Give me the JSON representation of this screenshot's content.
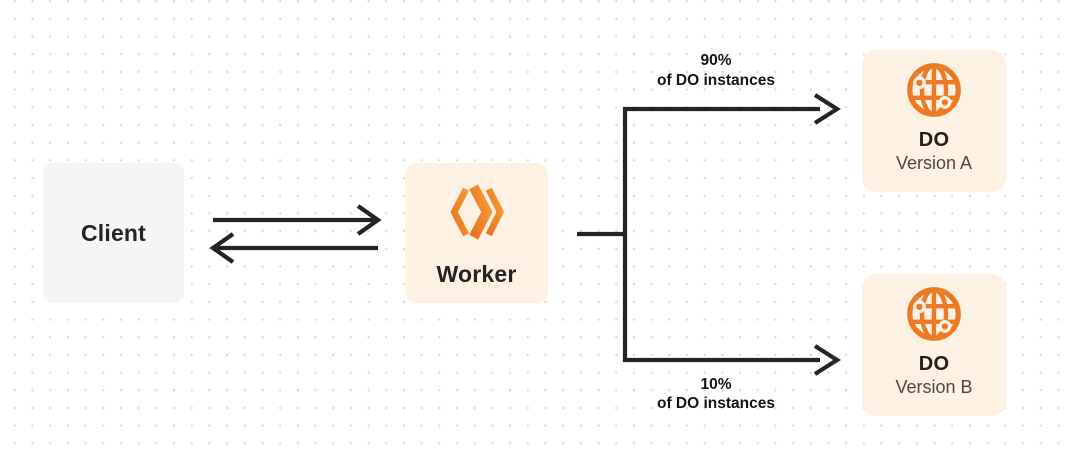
{
  "nodes": {
    "client": {
      "label": "Client"
    },
    "worker": {
      "label": "Worker",
      "icon": "cloudflare-workers-logo"
    },
    "do_version_a": {
      "title": "DO",
      "subtitle": "Version A",
      "icon": "durable-object-globe"
    },
    "do_version_b": {
      "title": "DO",
      "subtitle": "Version B",
      "icon": "durable-object-globe"
    }
  },
  "edges": {
    "worker_do_a": {
      "percent": "90%",
      "caption": "of DO instances"
    },
    "worker_do_b": {
      "percent": "10%",
      "caption": "of DO instances"
    }
  },
  "colors": {
    "background": "#ffffff",
    "grid_dot": "#dcdcdc",
    "client_box": "#f5f5f6",
    "orange_box": "#fcf1e2",
    "brand_orange": "#ee7a23",
    "line": "#242424",
    "text_dark": "#232323",
    "text_gray": "#4d483f"
  }
}
